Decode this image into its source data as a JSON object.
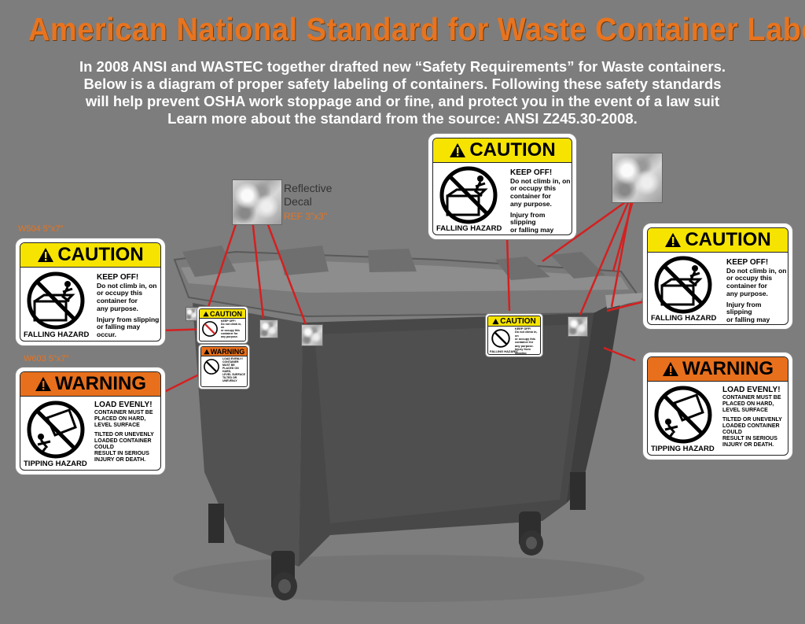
{
  "title": "American National Standard for Waste Container Labels",
  "intro": [
    "In 2008 ANSI and WASTEC together drafted new “Safety Requirements” for Waste containers.",
    "Below is a diagram of proper safety labeling of containers. Following these safety standards",
    "will help prevent OSHA  work stoppage and or fine, and protect you in the event of a law suit",
    "Learn more about the standard from the source: ANSI Z245.30-2008."
  ],
  "decal": {
    "label_line1": "Reflective",
    "label_line2": "Decal",
    "size": "REF 3\"x3\""
  },
  "caution_size": "W504 5\"x7\"",
  "warning_size": "W603 5\"x7\"",
  "caution_label": {
    "header": "CAUTION",
    "heading": "KEEP OFF!",
    "line1": "Do not climb in, on",
    "line2": "or occupy this",
    "line3": "container for",
    "line4": "any purpose.",
    "line5": "Injury from slipping",
    "line6": "or falling may occur.",
    "hazard": "FALLING HAZARD"
  },
  "warning_label": {
    "header": "WARNING",
    "heading": "LOAD EVENLY!",
    "line1": "CONTAINER MUST BE",
    "line2": "PLACED ON HARD,",
    "line3": "LEVEL SURFACE",
    "line4": "TILTED OR UNEVENLY",
    "line5": "LOADED CONTAINER COULD",
    "line6": "RESULT IN SERIOUS",
    "line7": "INJURY OR DEATH.",
    "hazard": "TIPPING HAZARD"
  },
  "colors": {
    "background": "#7d7d7d",
    "title": "#e8741f",
    "caution_yellow": "#f6e400",
    "warning_orange": "#e8701c",
    "leader_line": "#d42020"
  }
}
